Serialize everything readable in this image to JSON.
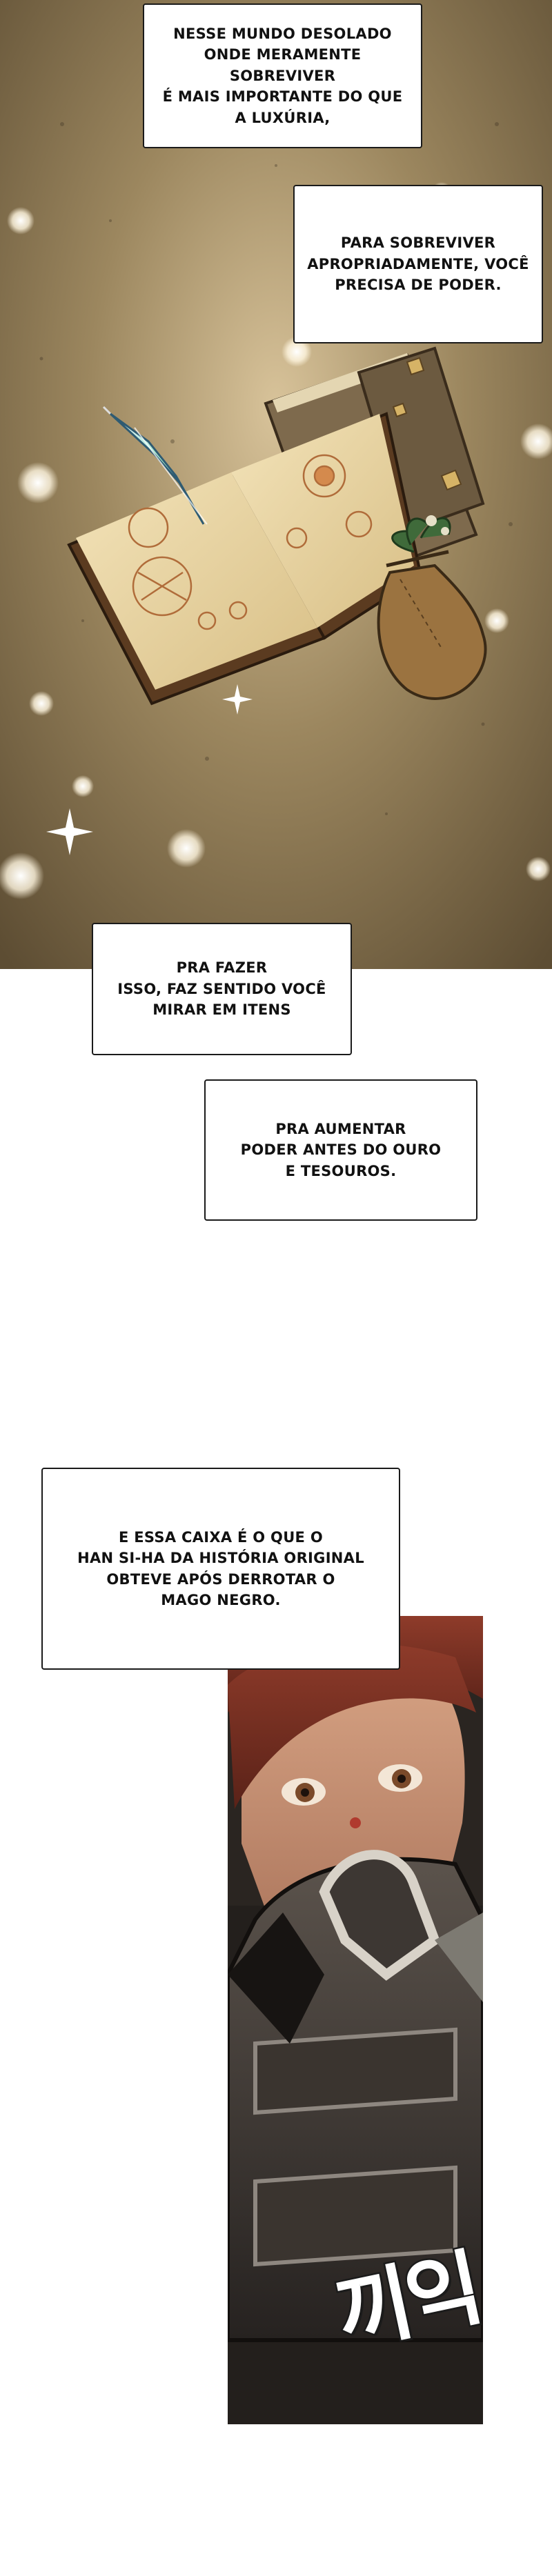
{
  "panel_1": {
    "captions": [
      "NESSE MUNDO DESOLADO\nONDE MERAMENTE SOBREVIVER\nÉ MAIS IMPORTANTE DO QUE\nA LUXÚRIA,",
      "PARA SOBREVIVER\nAPROPRIADAMENTE, VOCÊ\nPRECISA DE PODER."
    ]
  },
  "panel_2": {
    "captions": [
      "PRA FAZER\nISSO, FAZ SENTIDO VOCÊ\nMIRAR EM ITENS",
      "PRA AUMENTAR\nPODER ANTES DO OURO\nE TESOUROS."
    ]
  },
  "panel_3": {
    "captions": [
      "E ESSA CAIXA É O QUE O\nHAN SI-HA DA HISTÓRIA ORIGINAL\nOBTEVE APÓS DERROTAR O\nMAGO NEGRO."
    ],
    "sfx": "끼익"
  },
  "colors": {
    "sparkle_bg": "#8a7652",
    "dark_panel": "#2a2521",
    "caption_border": "#1a1a1a"
  }
}
